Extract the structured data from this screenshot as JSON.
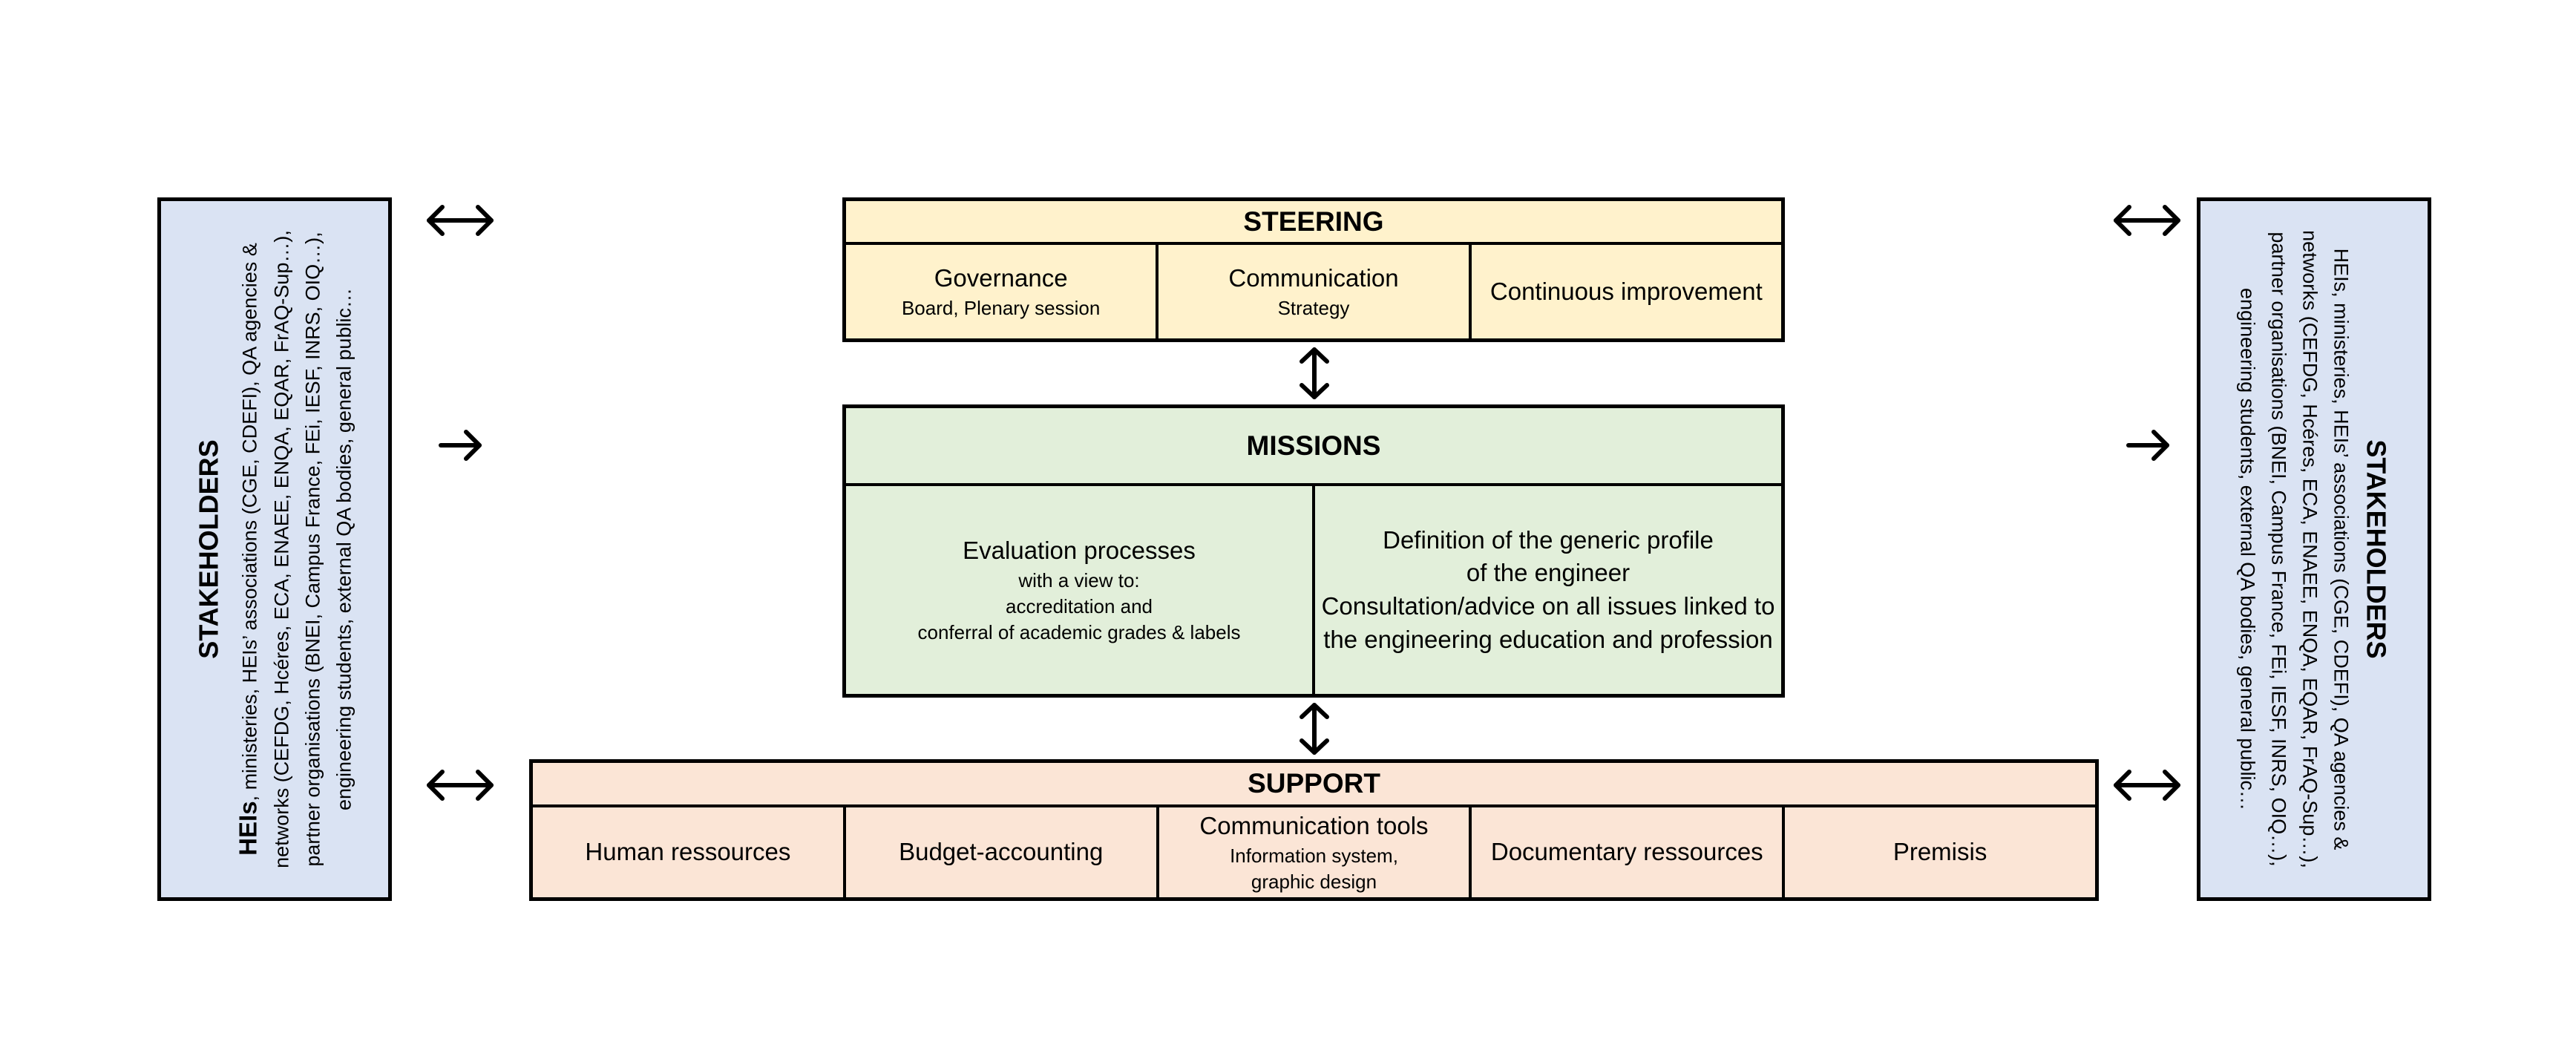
{
  "stakeholders_left": {
    "title": "STAKEHOLDERS",
    "text_bold": "HEIs",
    "text": ", ministeries, HEIs’ associations (CGE, CDEFI), QA agencies & networks (CEFDG, Hcéres, ECA, ENAEE, ENQA, EQAR, FrAQ-Sup…), partner organisations (BNEI, Campus France, FEi, IESF, INRS, OIQ…), engineering students, external QA bodies, general public…"
  },
  "stakeholders_right": {
    "title": "STAKEHOLDERS",
    "text": "HEIs, ministeries, HEIs’ associations (CGE, CDEFI), QA agencies & networks (CEFDG, Hcéres, ECA, ENAEE, ENQA, EQAR, FrAQ-Sup…), partner organisations (BNEI, Campus France, FEi, IESF, INRS, OIQ…), engineering students, external QA bodies, general public…"
  },
  "steering": {
    "title": "STEERING",
    "cells": [
      {
        "main": "Governance",
        "sub": "Board, Plenary session"
      },
      {
        "main": "Communication",
        "sub": "Strategy"
      },
      {
        "main": "Continuous improvement",
        "sub": ""
      }
    ]
  },
  "missions": {
    "title": "MISSIONS",
    "left": {
      "main": "Evaluation processes",
      "sub1": "with a view to:",
      "sub2": "accreditation and",
      "sub3": "conferral of academic grades & labels"
    },
    "right": {
      "line1": "Definition of the generic profile",
      "line2": "of the engineer",
      "line3": "Consultation/advice on all issues linked to",
      "line4": "the engineering education and profession"
    }
  },
  "support": {
    "title": "SUPPORT",
    "cells": [
      {
        "main": "Human ressources",
        "sub1": "",
        "sub2": ""
      },
      {
        "main": "Budget-accounting",
        "sub1": "",
        "sub2": ""
      },
      {
        "main": "Communication tools",
        "sub1": "Information system,",
        "sub2": "graphic design"
      },
      {
        "main": "Documentary ressources",
        "sub1": "",
        "sub2": ""
      },
      {
        "main": "Premisis",
        "sub1": "",
        "sub2": ""
      }
    ]
  }
}
